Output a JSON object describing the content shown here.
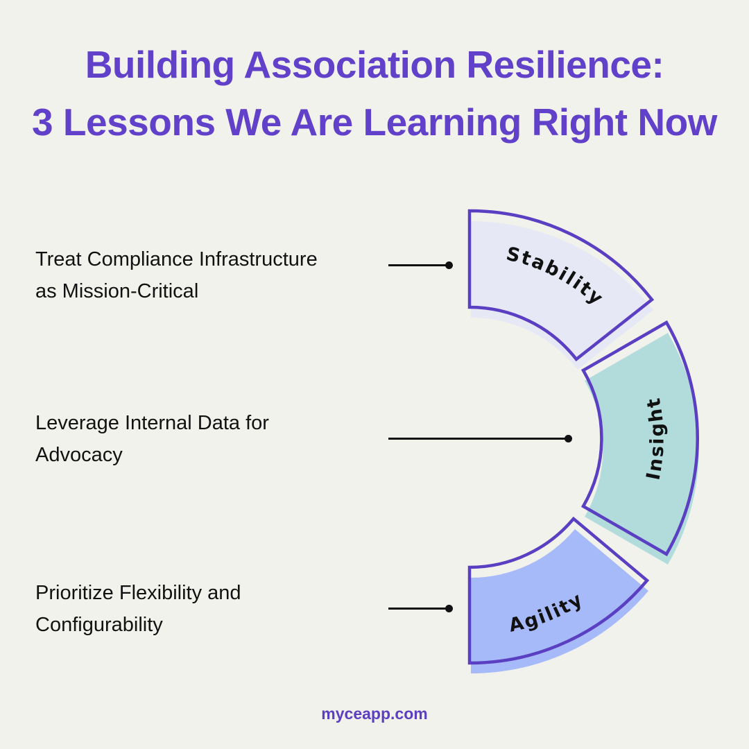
{
  "title": {
    "line1": "Building Association Resilience:",
    "line2": "3 Lessons We Are Learning Right Now"
  },
  "lessons": [
    {
      "line1": "Treat Compliance Infrastructure",
      "line2": "as Mission-Critical",
      "segment": "Stability"
    },
    {
      "line1": "Leverage Internal Data for",
      "line2": "Advocacy",
      "segment": "Insight"
    },
    {
      "line1": "Prioritize Flexibility and",
      "line2": "Configurability",
      "segment": "Agility"
    }
  ],
  "segments": [
    {
      "label": "Stability",
      "fill": "#e6e8f5"
    },
    {
      "label": "Insight",
      "fill": "#b2dcdc"
    },
    {
      "label": "Agility",
      "fill": "#a6b9f8"
    }
  ],
  "colors": {
    "background": "#f2f2ec",
    "accent": "#6141c9",
    "outline": "#5a3fc2",
    "text": "#111111"
  },
  "footer": {
    "url": "myceapp.com"
  }
}
